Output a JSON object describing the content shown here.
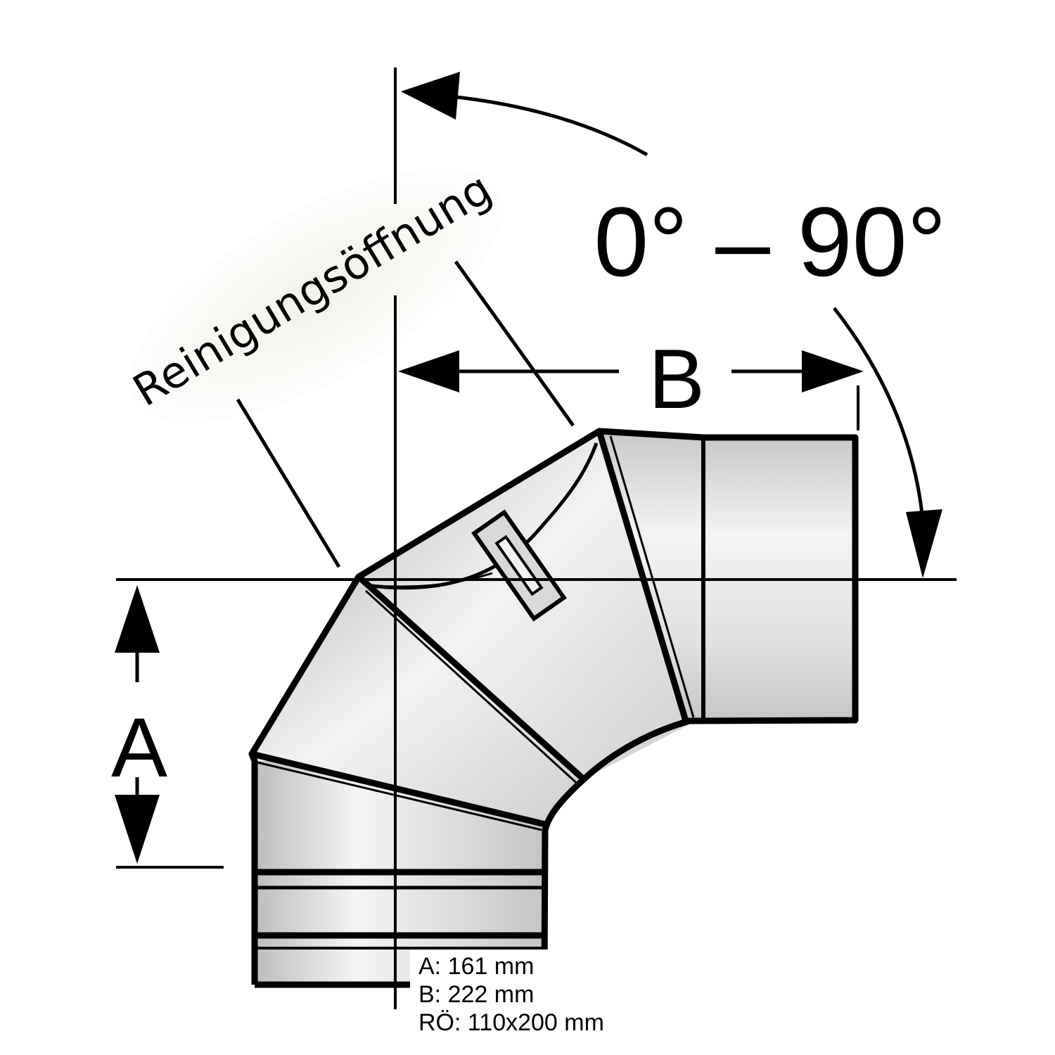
{
  "diagram": {
    "angle_label": "0° – 90°",
    "dimension_a_label": "A",
    "dimension_b_label": "B",
    "cleaning_opening_label": "Reinigungsöffnung"
  },
  "specs": {
    "a": "A: 161 mm",
    "b": "B: 222 mm",
    "ro": "RÖ: 110x200 mm"
  }
}
